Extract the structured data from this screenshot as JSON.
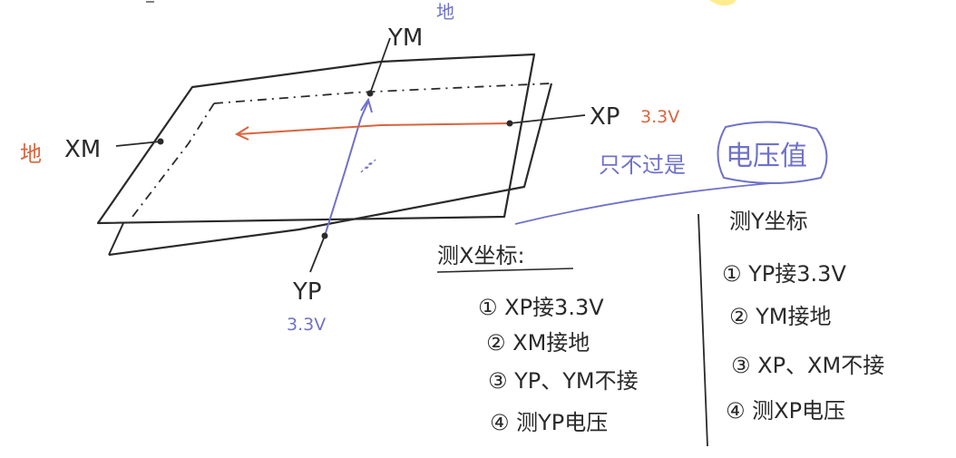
{
  "colors": {
    "ink": "#2a2a2a",
    "blue": "#6f72c9",
    "orange": "#d9643e",
    "highlight": "#ffe45c"
  },
  "labels": {
    "ym": "YM",
    "ym_note": "地",
    "xp": "XP",
    "xp_note": "3.3V",
    "xm": "XM",
    "xm_note": "地",
    "yp": "YP",
    "yp_note": "3.3V",
    "callout_prefix": "只不过是",
    "callout_boxed": "电压值"
  },
  "measure_x": {
    "title": "测X坐标:",
    "steps": [
      "① XP接3.3V",
      "② XM接地",
      "③ YP、YM不接",
      "④ 测YP电压"
    ]
  },
  "measure_y": {
    "title": "测Y坐标",
    "steps": [
      "① YP接3.3V",
      "② YM接地",
      "③ XP、XM不接",
      "④ 测XP电压"
    ]
  }
}
